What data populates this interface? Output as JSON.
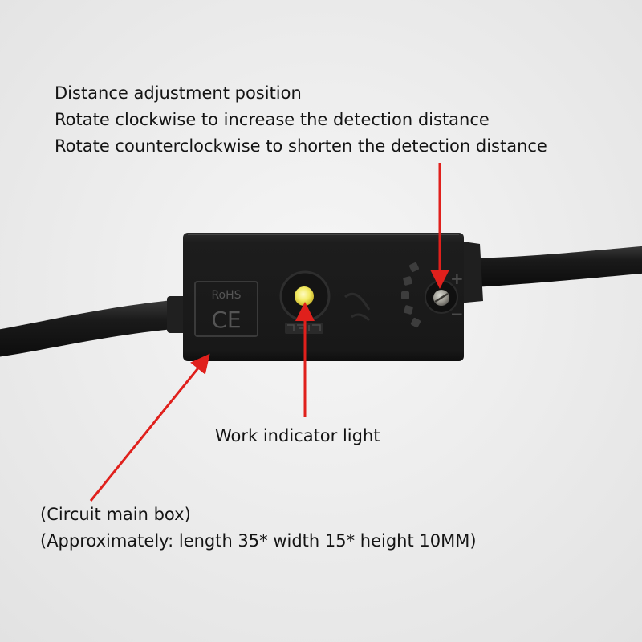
{
  "annotations": {
    "distance_adjustment": [
      "Distance adjustment position",
      "Rotate clockwise to increase the detection distance",
      "Rotate counterclockwise to shorten the detection distance"
    ],
    "work_indicator": "Work indicator light",
    "circuit_box": [
      "(Circuit main box)",
      "(Approximately: length 35* width 15* height 10MM)"
    ]
  },
  "device_markings": {
    "rohs": "RoHS",
    "ce": "CE",
    "plus": "+",
    "minus": "−"
  },
  "colors": {
    "background": "#efefef",
    "housing": "#1b1b1b",
    "cable": "#161616",
    "indicator_led": "#f2ea63",
    "arrow": "#e0201c",
    "text": "#141414"
  }
}
